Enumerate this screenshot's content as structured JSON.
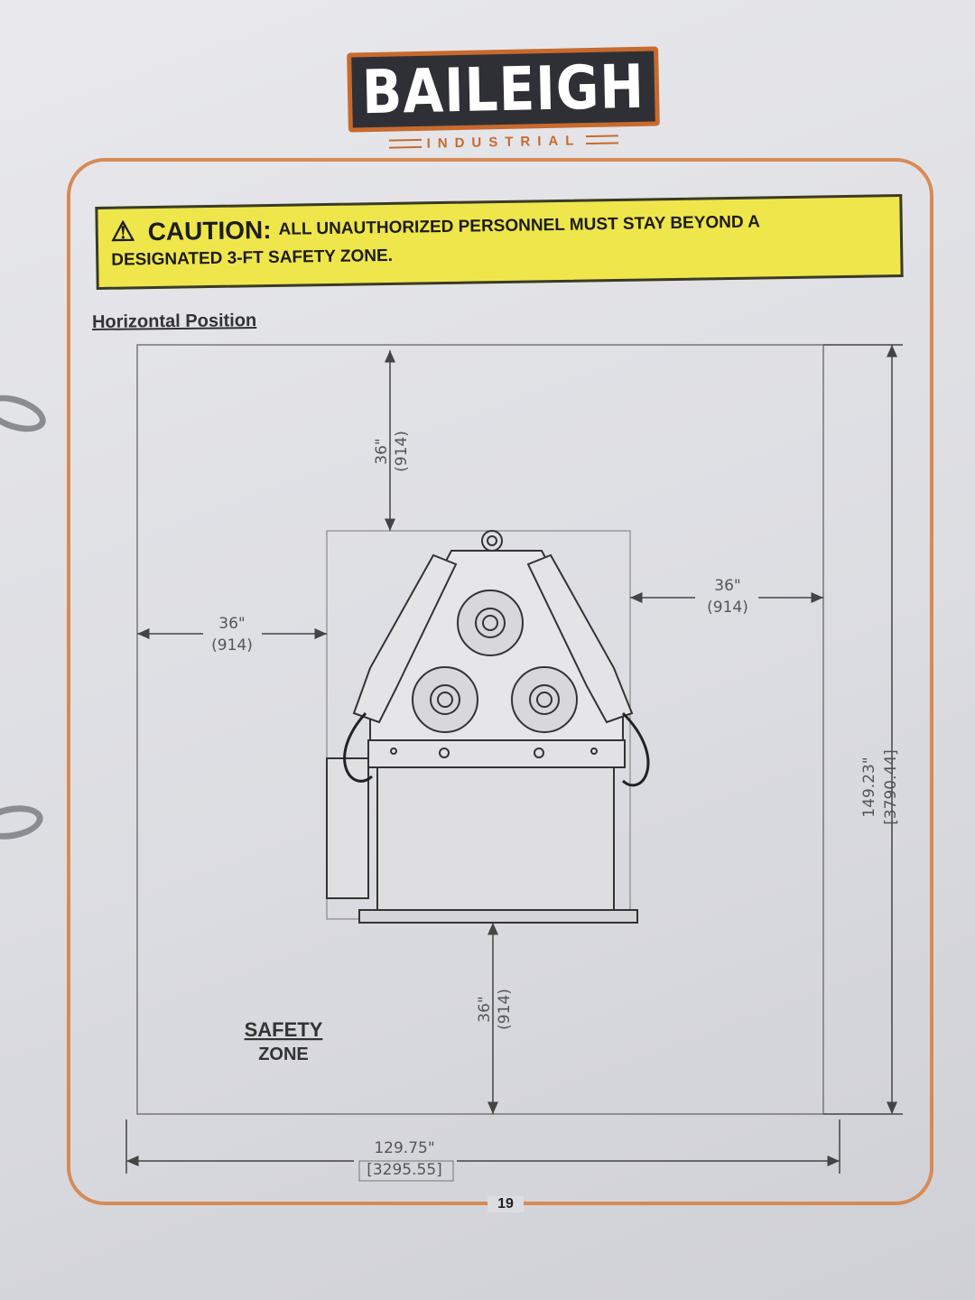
{
  "logo": {
    "brand": "BAILEIGH",
    "sub": "INDUSTRIAL"
  },
  "caution": {
    "icon": "warning-triangle-icon",
    "label": "CAUTION:",
    "line1": "ALL UNAUTHORIZED PERSONNEL MUST STAY BEYOND A",
    "line2": "DESIGNATED 3-FT SAFETY ZONE."
  },
  "section_heading": "Horizontal Position",
  "dimensions": {
    "top": {
      "inch": "36\"",
      "mm": "(914)"
    },
    "left": {
      "inch": "36\"",
      "mm": "(914)"
    },
    "right": {
      "inch": "36\"",
      "mm": "(914)"
    },
    "bottom": {
      "inch": "36\"",
      "mm": "(914)"
    },
    "width": {
      "inch": "129.75\"",
      "mm": "[3295.55]"
    },
    "height": {
      "inch": "149.23\"",
      "mm": "[3790.44]"
    }
  },
  "safety_zone": {
    "line1": "SAFETY",
    "line2": "ZONE"
  },
  "page_number": "19",
  "colors": {
    "frame": "#d88a55",
    "caution_bg": "#efe64c",
    "logo_bg": "#2f3036",
    "logo_border": "#c86a2e"
  }
}
